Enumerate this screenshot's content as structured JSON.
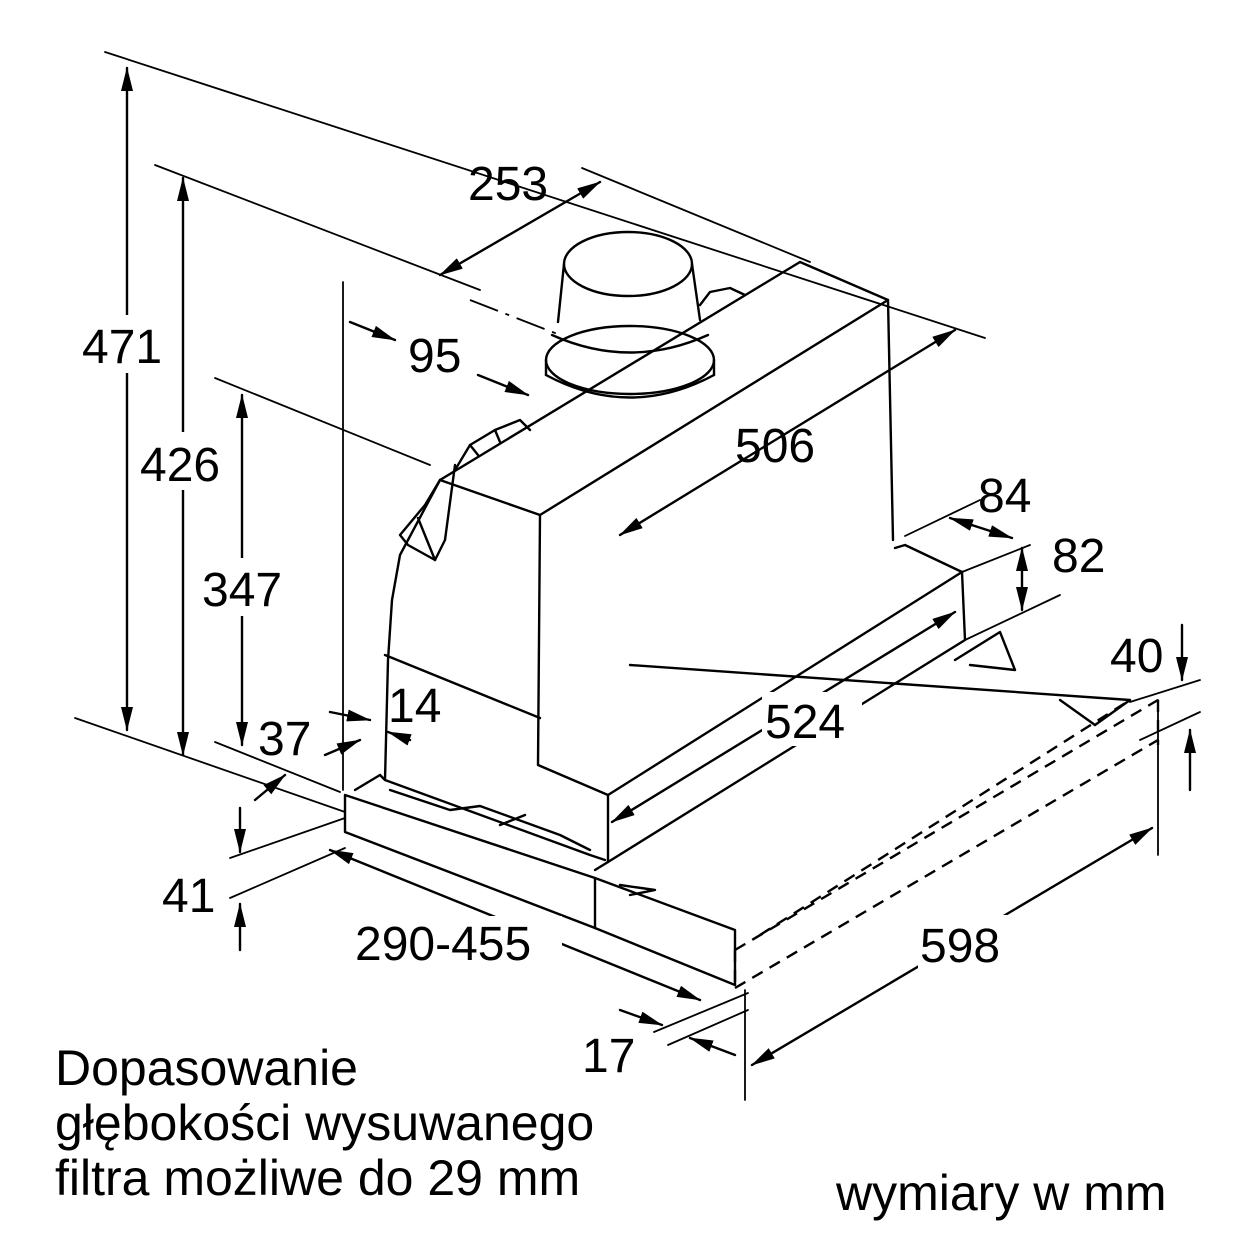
{
  "diagram": {
    "dimensions": {
      "overall_height": "471",
      "height_to_duct": "426",
      "body_height": "347",
      "duct_diameter": "253",
      "duct_offset": "95",
      "body_depth": "506",
      "rail_width": "84",
      "rail_height": "82",
      "panel_height": "40",
      "front_offset": "37",
      "side_gap": "14",
      "bottom_thickness": "41",
      "extension_range": "290-455",
      "panel_thickness": "17",
      "overall_width": "598",
      "body_width": "524"
    },
    "notes": {
      "depth_line_1": "Dopasowanie",
      "depth_line_2": "głębokości wysuwanego",
      "depth_line_3": "filtra możliwe do 29 mm",
      "units": "wymiary w mm"
    }
  }
}
